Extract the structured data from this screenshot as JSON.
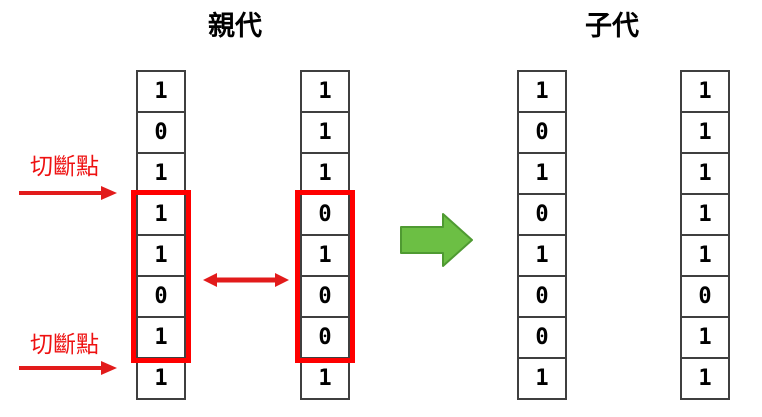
{
  "titles": {
    "parents": "親代",
    "offspring": "子代"
  },
  "labels": {
    "cut_point_top": "切斷點",
    "cut_point_bottom": "切斷點"
  },
  "chromosomes": {
    "parent1": [
      "1",
      "0",
      "1",
      "1",
      "1",
      "0",
      "1",
      "1"
    ],
    "parent2": [
      "1",
      "1",
      "1",
      "0",
      "1",
      "0",
      "0",
      "1"
    ],
    "child1": [
      "1",
      "0",
      "1",
      "0",
      "1",
      "0",
      "0",
      "1"
    ],
    "child2": [
      "1",
      "1",
      "1",
      "1",
      "1",
      "0",
      "1",
      "1"
    ]
  },
  "crossover": {
    "highlighted_rows": "4-7",
    "cut_point_rows": [
      3,
      7
    ]
  },
  "colors": {
    "highlight_red": "#FE0000",
    "cut_label_red": "#EE1111",
    "swap_arrow_red": "#E21B1B",
    "green_arrow_fill": "#6CBF44",
    "green_arrow_stroke": "#4F9A32",
    "cell_border": "#3F3F3F",
    "text_black": "#000000",
    "background": "#FFFFFF"
  },
  "icons": {
    "cut_arrow": "right-arrow",
    "swap_arrow": "double-headed-arrow",
    "crossover_arrow": "block-right-arrow"
  }
}
